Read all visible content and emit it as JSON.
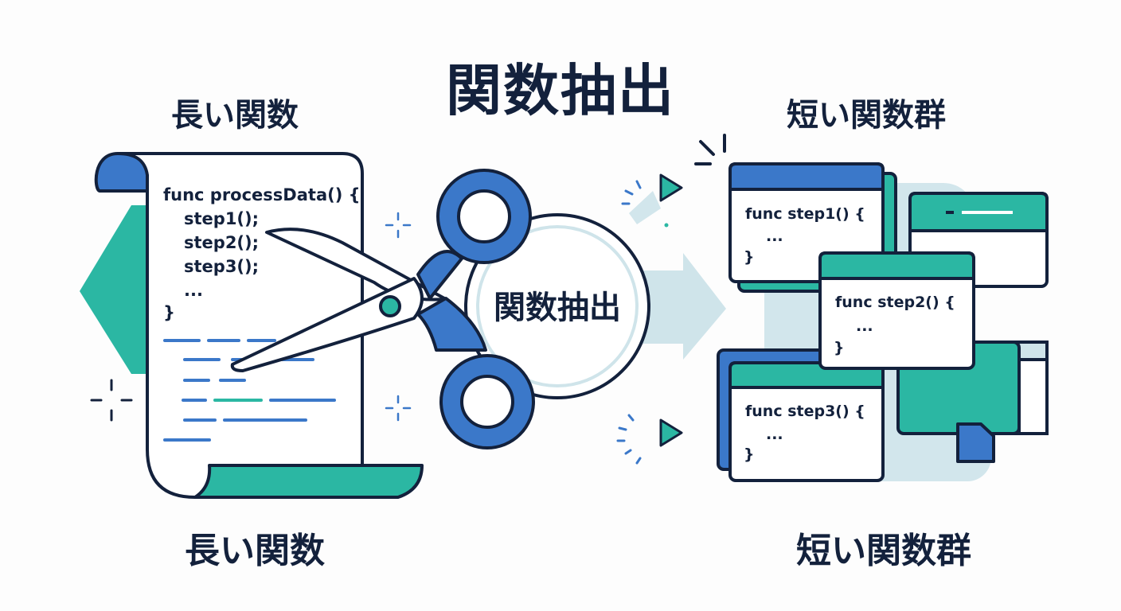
{
  "title": "関数抽出",
  "left_label_top": "長い関数",
  "left_label_bottom": "長い関数",
  "right_label_top": "短い関数群",
  "right_label_bottom": "短い関数群",
  "badge_text": "関数抽出",
  "long_function": {
    "lines": [
      "func processData() {",
      "step1();",
      "step2();",
      "step3();",
      "...",
      "}"
    ]
  },
  "short_functions": [
    {
      "lines": [
        "func step1() {",
        "...",
        "}"
      ]
    },
    {
      "lines": [
        "func step2() {",
        "...",
        "}"
      ]
    },
    {
      "lines": [
        "func step3() {",
        "...",
        "}"
      ]
    }
  ],
  "colors": {
    "navy": "#13213c",
    "blue": "#3b78c9",
    "teal": "#2bb7a3",
    "light_blue": "#cfe4ea"
  },
  "icons": [
    "scroll-icon",
    "scissors-icon",
    "window-icon",
    "arrow-icon",
    "sparkle-icon"
  ]
}
